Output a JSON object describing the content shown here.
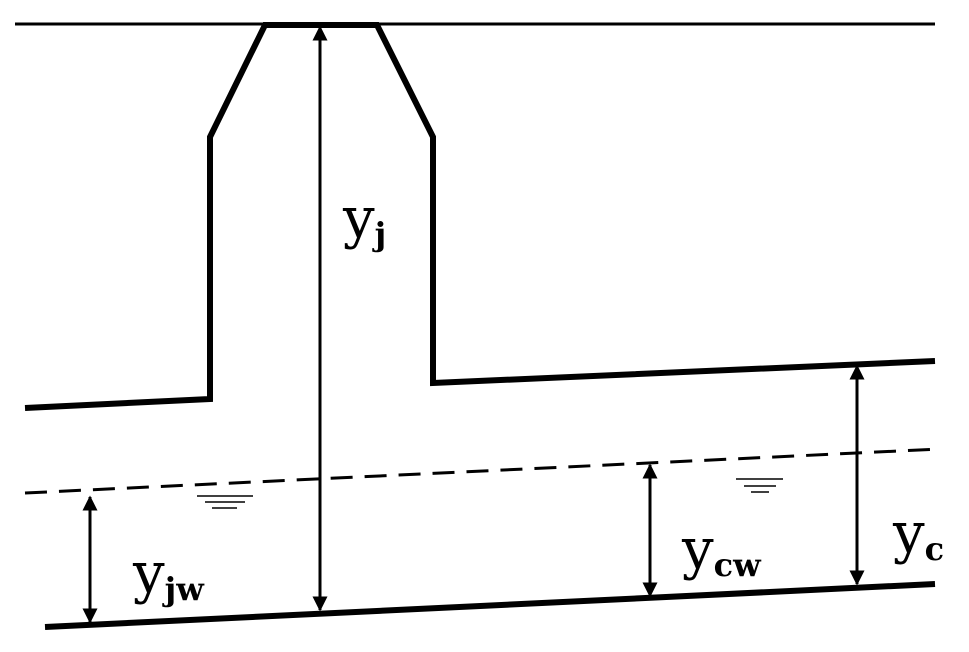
{
  "labels": {
    "yj": {
      "main": "y",
      "sub": "j"
    },
    "yjw": {
      "main": "y",
      "sub": "jw"
    },
    "ycw": {
      "main": "y",
      "sub": "cw"
    },
    "yc": {
      "main": "y",
      "sub": "c"
    }
  },
  "colors": {
    "stroke": "#000000",
    "background": "#ffffff"
  }
}
